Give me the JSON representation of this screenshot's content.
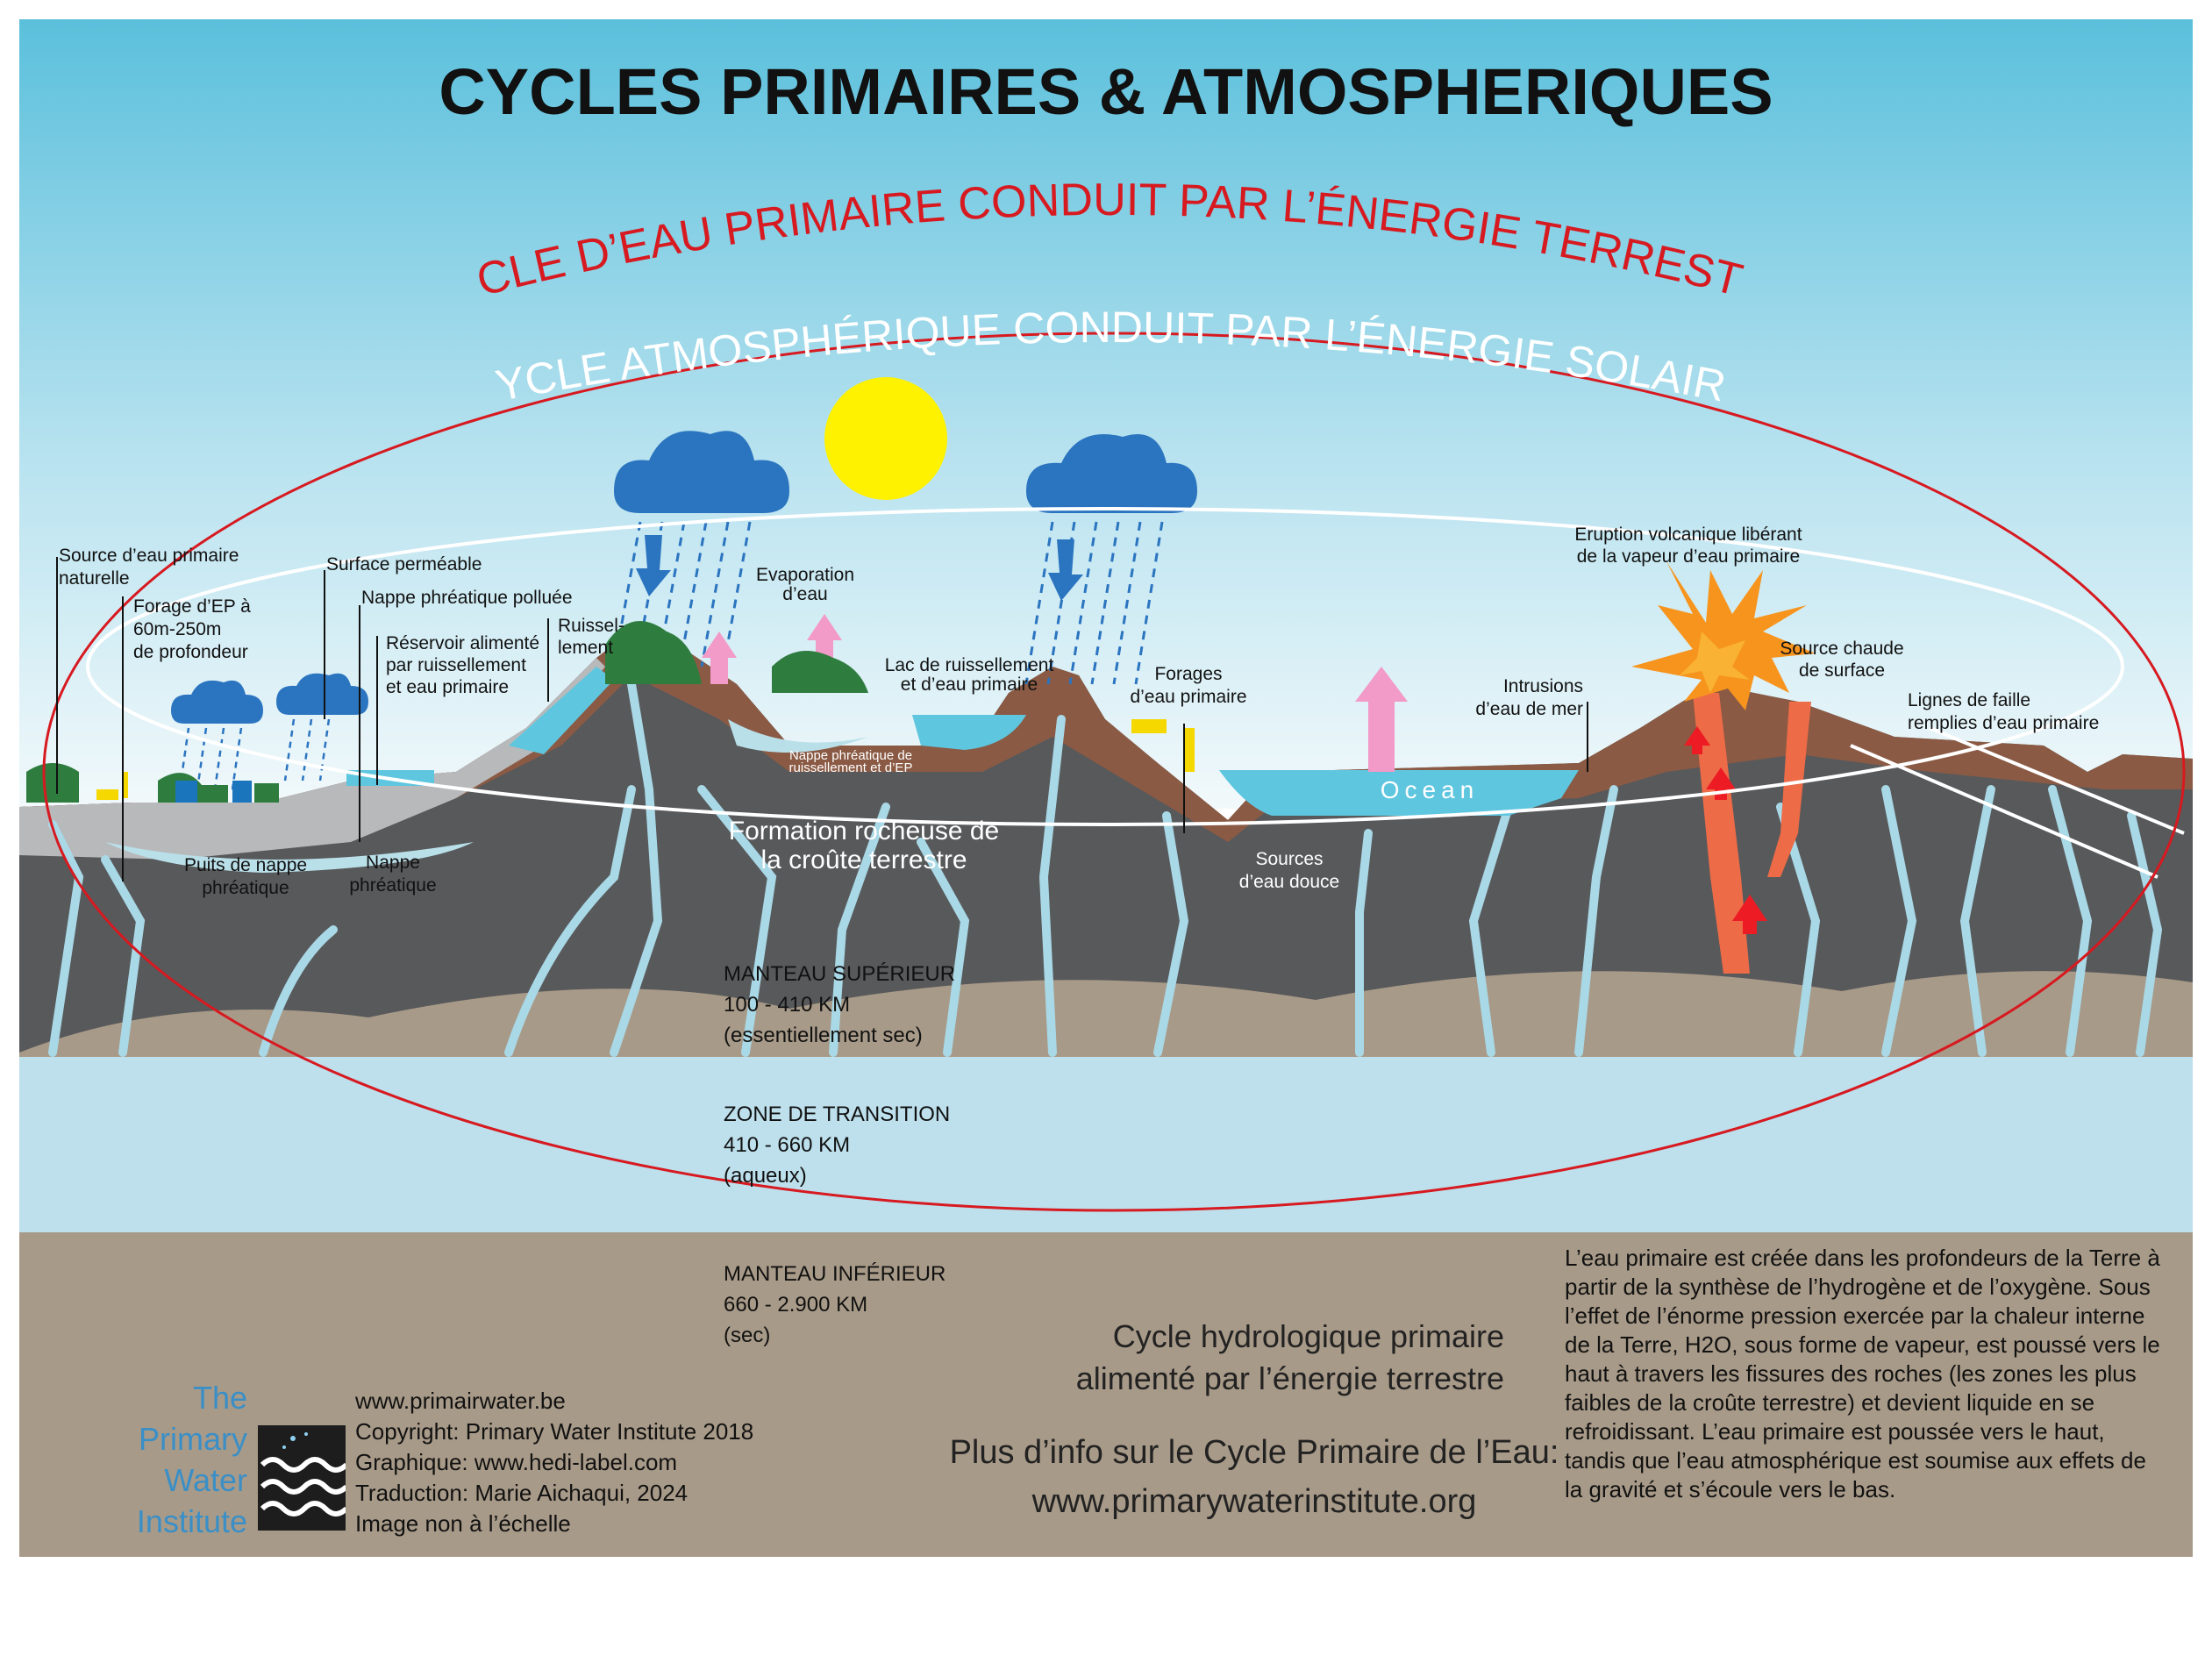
{
  "title": "CYCLES PRIMAIRES & ATMOSPHERIQUES",
  "cycles": {
    "primary_arc": "CYCLE D’EAU PRIMAIRE CONDUIT PAR L’ÉNERGIE TERRESTRE",
    "atmospheric_arc": "CYCLE ATMOSPHÉRIQUE CONDUIT PAR L’ÉNERGIE SOLAIRE"
  },
  "labels": {
    "source_primaire": [
      "Source d’eau primaire",
      "naturelle"
    ],
    "forage_ep": [
      "Forage d’EP à",
      "60m-250m",
      "de profondeur"
    ],
    "surface_permeable": "Surface perméable",
    "nappe_polluee": "Nappe phréatique polluée",
    "reservoir": [
      "Réservoir alimenté",
      "par ruissellement",
      "et eau primaire"
    ],
    "ruissellement": [
      "Ruissel-",
      "lement"
    ],
    "evaporation": [
      "Evaporation",
      "d’eau"
    ],
    "lac": [
      "Lac de ruissellement",
      "et d’eau primaire"
    ],
    "nappe_ruissellement": [
      "Nappe phréatique de",
      "ruissellement et d’EP"
    ],
    "forages": [
      "Forages",
      "d’eau primaire"
    ],
    "eruption": [
      "Eruption volcanique libérant",
      "de la vapeur d’eau primaire"
    ],
    "source_chaude": [
      "Source chaude",
      "de surface"
    ],
    "intrusions": [
      "Intrusions",
      "d’eau de mer"
    ],
    "failles": [
      "Lignes de faille",
      "remplies d’eau primaire"
    ],
    "ocean": "Ocean",
    "puits": [
      "Puits de nappe",
      "phréatique"
    ],
    "nappe": [
      "Nappe",
      "phréatique"
    ],
    "formation": [
      "Formation rocheuse de",
      "la croûte terrestre"
    ],
    "sources_douce": [
      "Sources",
      "d’eau douce"
    ]
  },
  "layers": {
    "upper": {
      "name": "MANTEAU SUPÉRIEUR",
      "depth": "100 - 410 KM",
      "state": "(essentiellement sec)"
    },
    "transition": {
      "name": "ZONE DE TRANSITION",
      "depth": "410 - 660 KM",
      "state": "(aqueux)"
    },
    "lower": {
      "name": "MANTEAU INFÉRIEUR",
      "depth": "660 - 2.900 KM",
      "state": "(sec)"
    }
  },
  "summary": [
    "Cycle hydrologique primaire",
    "alimenté par l’énergie terrestre"
  ],
  "more_info": {
    "line": "Plus d’info sur le Cycle Primaire de l’Eau:",
    "url": "www.primarywaterinstitute.org"
  },
  "credits": [
    "www.primairwater.be",
    "Copyright: Primary Water Institute 2018",
    "Graphique: www.hedi-label.com",
    "Traduction: Marie Aichaqui, 2024",
    "Image non à l’échelle"
  ],
  "institute_name": [
    "The",
    "Primary",
    "Water",
    "Institute"
  ],
  "info_text": "L’eau primaire est créée dans les profondeurs de la Terre à partir de la synthèse de l’hydrogène et de l’oxygène. Sous l’effet de l’énorme pression exercée par la chaleur interne de la Terre, H2O, sous forme de vapeur, est poussé vers le haut à travers les fissures des roches (les zones les plus faibles de la croûte terrestre) et devient liquide en se refroidissant. L’eau primaire est poussée vers le haut, tandis que l’eau atmosphérique est soumise aux effets de la gravité et s’écoule vers le bas.",
  "colors": {
    "sky_top": "#5bc0dc",
    "sky_bottom": "#eef8fb",
    "primary_cycle": "#d71920",
    "atmospheric_cycle": "#ffffff",
    "sun": "#fff200",
    "cloud": "#2b74c0",
    "rock": "#58595b",
    "soil": "#8a5a44",
    "upper_mantle": "#a89a88",
    "transition_zone": "#bde0ec",
    "lower_mantle": "#a89a88",
    "water": "#5fc6df",
    "evaporation_arrow": "#f29ac8",
    "lava": "#ed1c24"
  }
}
